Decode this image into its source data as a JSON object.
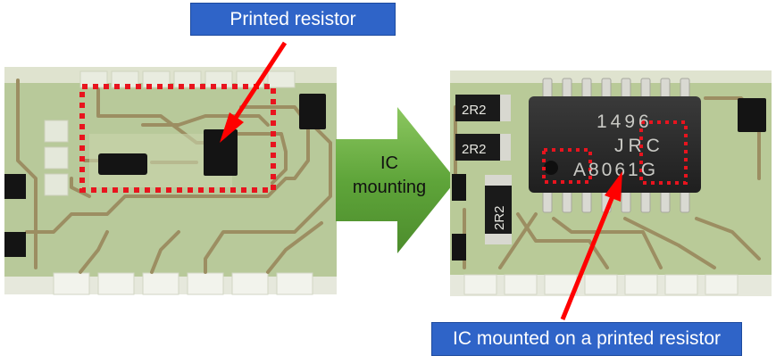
{
  "labels": {
    "printed_resistor": "Printed resistor",
    "ic_mounted": "IC mounted on a printed resistor",
    "arrow_line1": "IC",
    "arrow_line2": "mounting"
  },
  "component_markings": {
    "resistor_1": "2R2",
    "resistor_2": "2R2",
    "resistor_3": "2R2",
    "ic_line1": "1496",
    "ic_line2": "JRC",
    "ic_line3": "A8061G"
  },
  "colors": {
    "label_blue": "#2f64c8",
    "arrow_red": "#ff0000",
    "highlight_red": "#e8141e",
    "process_arrow_green": "#5fa53a",
    "board_green": "#b8c99a",
    "trace_brown": "#9c8e62"
  }
}
